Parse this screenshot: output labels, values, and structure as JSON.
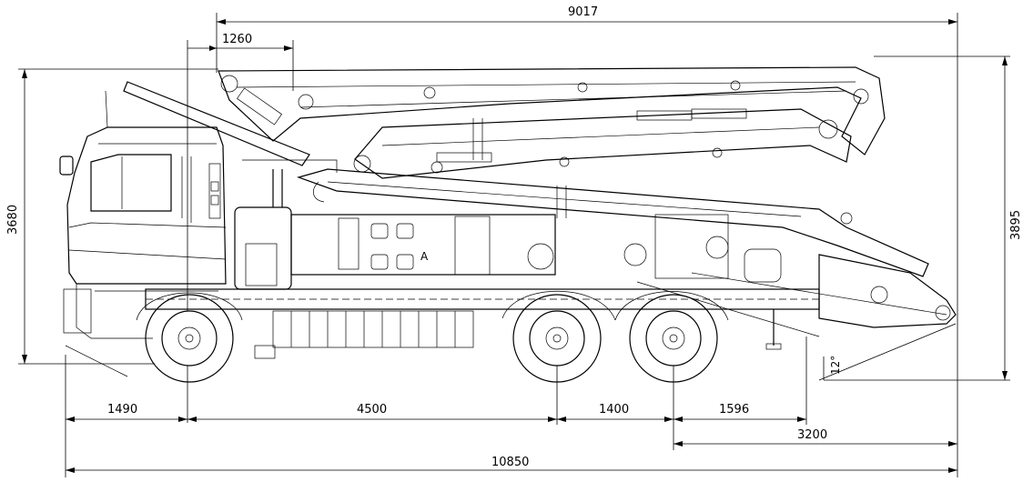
{
  "dimensions": {
    "top_overall": "9017",
    "boom_offset": "1260",
    "front_overhang": "1490",
    "wheelbase_main": "4500",
    "tandem_spacing": "1400",
    "rear_axle_to_outrigger": "1596",
    "rear_reach": "3200",
    "overall_length": "10850",
    "height_left": "3680",
    "height_right": "3895",
    "departure_angle": "12°"
  },
  "labels": {
    "marker_a": "A"
  }
}
